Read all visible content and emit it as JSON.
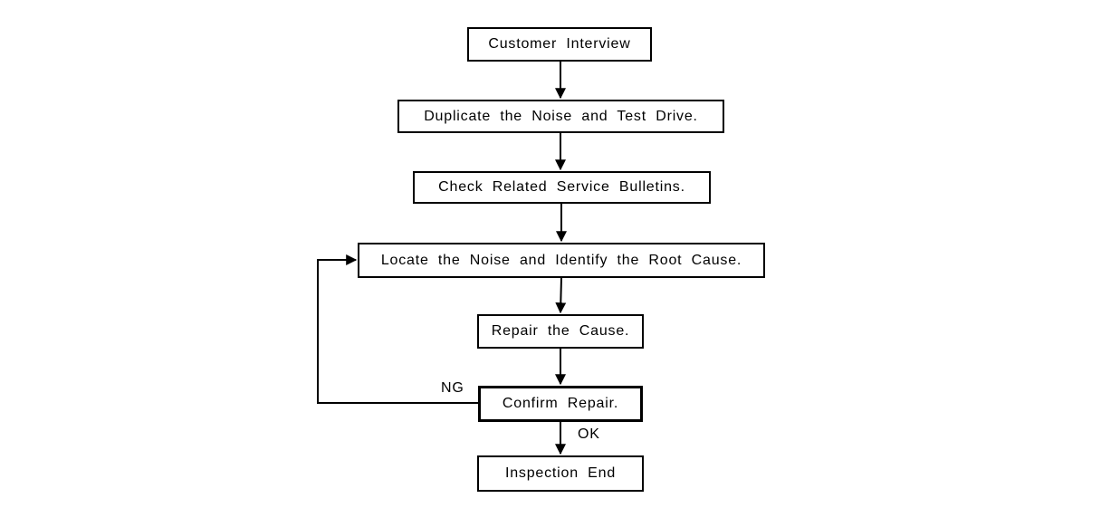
{
  "diagram": {
    "type": "flowchart",
    "nodes": [
      {
        "id": "customer-interview",
        "label": "Customer Interview"
      },
      {
        "id": "duplicate-noise",
        "label": "Duplicate the Noise and Test Drive."
      },
      {
        "id": "check-bulletins",
        "label": "Check Related Service Bulletins."
      },
      {
        "id": "locate-noise",
        "label": "Locate the Noise and Identify the Root Cause."
      },
      {
        "id": "repair-cause",
        "label": "Repair the Cause."
      },
      {
        "id": "confirm-repair",
        "label": "Confirm Repair."
      },
      {
        "id": "inspection-end",
        "label": "Inspection End"
      }
    ],
    "edges": [
      {
        "from": "customer-interview",
        "to": "duplicate-noise",
        "label": ""
      },
      {
        "from": "duplicate-noise",
        "to": "check-bulletins",
        "label": ""
      },
      {
        "from": "check-bulletins",
        "to": "locate-noise",
        "label": ""
      },
      {
        "from": "locate-noise",
        "to": "repair-cause",
        "label": ""
      },
      {
        "from": "repair-cause",
        "to": "confirm-repair",
        "label": ""
      },
      {
        "from": "confirm-repair",
        "to": "inspection-end",
        "label": "OK"
      },
      {
        "from": "confirm-repair",
        "to": "locate-noise",
        "label": "NG"
      }
    ],
    "colors": {
      "line": "#000000",
      "background": "#ffffff",
      "box_border": "#000000",
      "text": "#000000"
    }
  }
}
